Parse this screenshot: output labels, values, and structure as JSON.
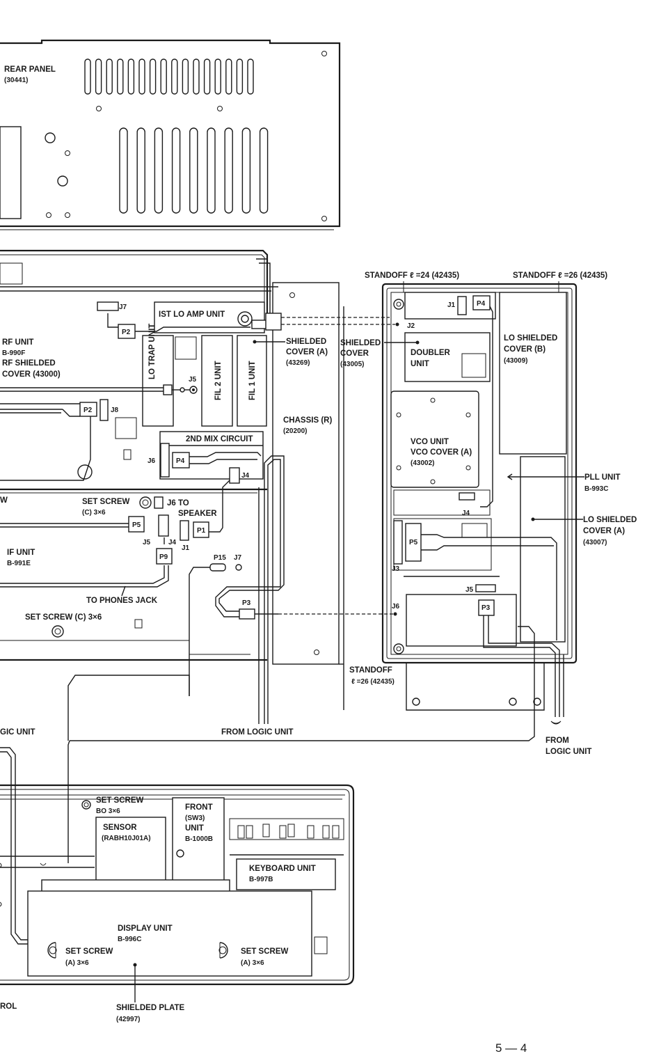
{
  "labels": {
    "rear_panel": "REAR PANEL",
    "rear_panel_part": "(30441)",
    "standoff_24": "STANDOFF  ℓ =24 (42435)",
    "standoff_26_top": "STANDOFF  ℓ =26 (42435)",
    "ist_lo_amp": "IST LO AMP UNIT",
    "rf_unit": "RF UNIT",
    "rf_unit_code": "B-990F",
    "rf_shielded": "RF SHIELDED",
    "rf_cover": "COVER (43000)",
    "lo_trap_unit": "LO TRAP UNIT",
    "fil2_unit": "FIL 2 UNIT",
    "fil1_unit": "FIL 1 UNIT",
    "shielded_cover_a_1": "SHIELDED",
    "shielded_cover_a_2": "COVER (A)",
    "shielded_cover_a_3": "(43269)",
    "shielded_cover_2_1": "SHIELDED",
    "shielded_cover_2_2": "COVER",
    "shielded_cover_2_3": "(43005)",
    "doubler_1": "DOUBLER",
    "doubler_2": "UNIT",
    "lo_shielded_b_1": "LO SHIELDED",
    "lo_shielded_b_2": "COVER (B)",
    "lo_shielded_b_3": "(43009)",
    "chassis_r_1": "CHASSIS (R)",
    "chassis_r_2": "(20200)",
    "second_mix": "2ND MIX CIRCUIT",
    "vco_unit": "VCO UNIT",
    "vco_cover": "VCO COVER (A)",
    "vco_part": "(43002)",
    "pll_unit": "PLL UNIT",
    "pll_code": "B-993C",
    "lo_shielded_a_1": "LO SHIELDED",
    "lo_shielded_a_2": "COVER (A)",
    "lo_shielded_a_3": "(43007)",
    "set_screw_c_1": "SET SCREW",
    "set_screw_c_2": "(C) 3×6",
    "j6_to_speaker_1": "J6 TO",
    "j6_to_speaker_2": "SPEAKER",
    "if_unit": "IF UNIT",
    "if_code": "B-991E",
    "to_phones": "TO PHONES JACK",
    "set_screw_c_bottom": "SET SCREW (C) 3×6",
    "standoff_bottom_1": "STANDOFF",
    "standoff_bottom_2": "ℓ =26 (42435)",
    "from_logic_left": "GIC UNIT",
    "from_logic_mid": "FROM LOGIC UNIT",
    "from_logic_right_1": "FROM",
    "from_logic_right_2": "LOGIC UNIT",
    "set_screw_bo_1": "SET SCREW",
    "set_screw_bo_2": "BO 3×6",
    "sensor_1": "SENSOR",
    "sensor_2": "(RABH10J01A)",
    "front_1": "FRONT",
    "front_2": "(SW3)",
    "front_3": "UNIT",
    "front_4": "B-1000B",
    "keyboard_1": "KEYBOARD UNIT",
    "keyboard_2": "B-997B",
    "display_1": "DISPLAY UNIT",
    "display_2": "B-996C",
    "set_screw_a_left_1": "SET SCREW",
    "set_screw_a_left_2": "(A) 3×6",
    "set_screw_a_right_1": "SET SCREW",
    "set_screw_a_right_2": "(A) 3×6",
    "rol": "ROL",
    "shielded_plate_1": "SHIELDED PLATE",
    "shielded_plate_2": "(42997)",
    "page_number": "5 — 4"
  },
  "connectors": {
    "j7": "J7",
    "p2a": "P2",
    "p2b": "P2",
    "j8": "J8",
    "j5a": "J5",
    "j6a": "J6",
    "p4a": "P4",
    "j4a": "J4",
    "j1a": "J1",
    "p4b": "P4",
    "j2": "J2",
    "j4b": "J4",
    "p5a": "P5",
    "j5b": "J5",
    "j4c": "J4",
    "j1b": "J1",
    "p1": "P1",
    "p9": "P9",
    "p15": "P15",
    "j7b": "J7",
    "p3a": "P3",
    "p5b": "P5",
    "j3": "J3",
    "j5c": "J5",
    "j6b": "J6",
    "p3b": "P3",
    "w": "W"
  }
}
